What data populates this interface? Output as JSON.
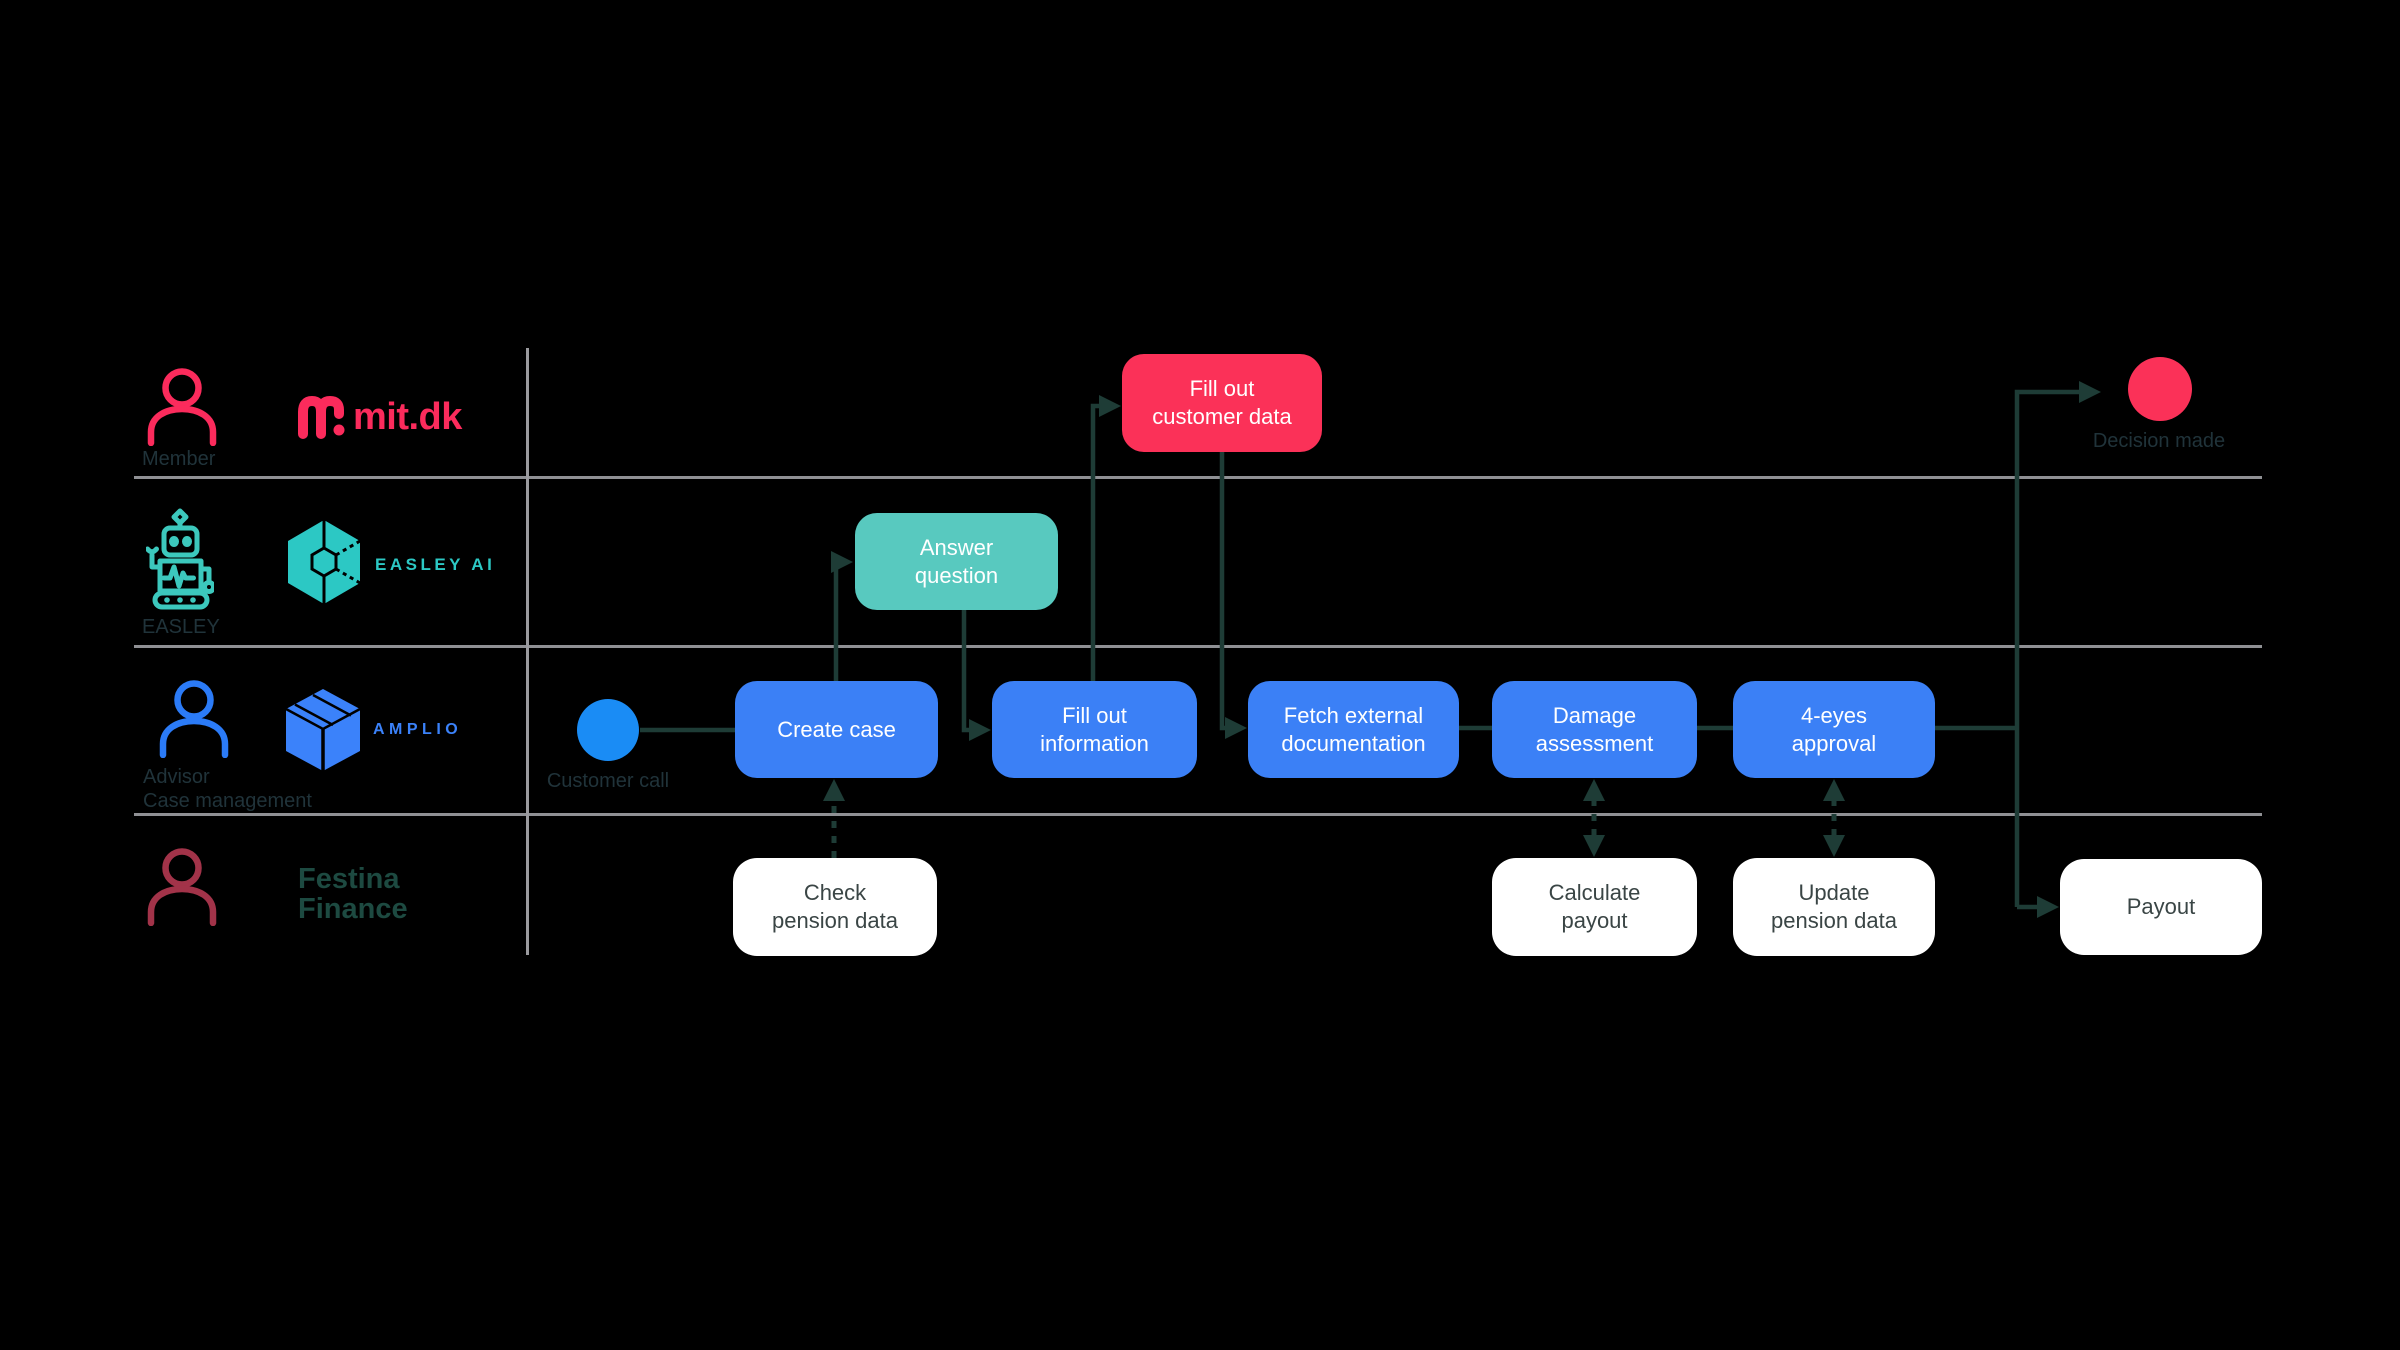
{
  "lanes": [
    {
      "actor_label": "Member",
      "actor_icon": "person-icon",
      "logo_text": "mit.dk"
    },
    {
      "actor_label": "EASLEY",
      "actor_icon": "robot-icon",
      "logo_text": "EASLEY AI"
    },
    {
      "actor_label": "Advisor",
      "actor_sublabel": "Case management",
      "actor_icon": "person-icon",
      "logo_text": "AMPLIO"
    },
    {
      "actor_label": "",
      "actor_icon": "person-icon",
      "logo_text": "Festina\nFinance"
    }
  ],
  "events": {
    "start_label": "Customer call",
    "end_label": "Decision made"
  },
  "tasks": {
    "create_case": "Create case",
    "answer_question": "Answer\nquestion",
    "fill_out_customer_data": "Fill out\ncustomer data",
    "fill_out_information": "Fill out\ninformation",
    "fetch_external_documentation": "Fetch external\ndocumentation",
    "damage_assessment": "Damage\nassessment",
    "four_eyes_approval": "4-eyes\napproval",
    "check_pension_data": "Check\npension data",
    "calculate_payout": "Calculate\npayout",
    "update_pension_data": "Update\npension data",
    "payout": "Payout"
  },
  "edges": [
    {
      "from": "customer_call",
      "to": "create_case",
      "style": "solid"
    },
    {
      "from": "create_case",
      "to": "answer_question",
      "style": "solid-arrow"
    },
    {
      "from": "answer_question",
      "to": "fill_out_information",
      "style": "solid-arrow"
    },
    {
      "from": "fill_out_information",
      "to": "fill_out_customer_data",
      "style": "solid-arrow"
    },
    {
      "from": "fill_out_customer_data",
      "to": "fetch_external_documentation",
      "style": "solid-arrow"
    },
    {
      "from": "fetch_external_documentation",
      "to": "damage_assessment",
      "style": "solid"
    },
    {
      "from": "damage_assessment",
      "to": "four_eyes_approval",
      "style": "solid"
    },
    {
      "from": "four_eyes_approval",
      "to": "decision_made",
      "style": "solid-arrow"
    },
    {
      "from": "four_eyes_approval",
      "to": "payout",
      "style": "solid-arrow"
    },
    {
      "from": "check_pension_data",
      "to": "create_case",
      "style": "dashed-arrow"
    },
    {
      "from": "damage_assessment",
      "to": "calculate_payout",
      "style": "dashed-arrow-both"
    },
    {
      "from": "four_eyes_approval",
      "to": "update_pension_data",
      "style": "dashed-arrow-both"
    }
  ],
  "colors": {
    "background": "#000000",
    "task_blue": "#3b80f6",
    "task_teal": "#58c9bf",
    "task_pink": "#fb3158",
    "task_white": "#ffffff",
    "start_event_blue": "#1a8cf5",
    "end_event_pink": "#fb3158",
    "connector_green": "#1e3c36",
    "lane_line_gray": "#8f9094",
    "brand_mitdk_pink": "#fb2b5c",
    "brand_easley_teal": "#2cc8c4",
    "brand_amplio_blue": "#3b82fa",
    "brand_festina_green": "#1d4a41",
    "actor_label_dark": "#20333a"
  }
}
